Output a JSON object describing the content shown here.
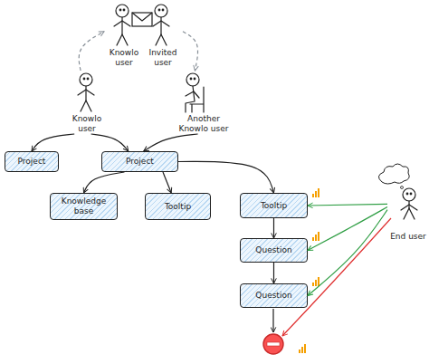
{
  "diagram": {
    "nodes": [
      {
        "text": [
          "Knowlo user"
        ]
      },
      {
        "text": [
          "Invited user"
        ]
      },
      {
        "text": [
          "Knowlo user"
        ]
      },
      {
        "text": [
          "Another Knowlo user"
        ]
      },
      {
        "text": [
          "Project"
        ]
      },
      {
        "text": [
          "Project"
        ]
      },
      {
        "text": [
          "Knowledge base"
        ]
      },
      {
        "text": [
          "Tooltip"
        ]
      },
      {
        "text": [
          "Tooltip"
        ]
      },
      {
        "text": [
          "Question"
        ]
      },
      {
        "text": [
          "Question"
        ]
      },
      {
        "text": [
          "End user"
        ]
      }
    ],
    "edges": [
      {
        "from": 2,
        "to": 0,
        "arrow": "to"
      },
      {
        "from": 1,
        "to": 3,
        "arrow": "to"
      },
      {
        "from": 2,
        "to": 4,
        "arrow": "to"
      },
      {
        "from": 2,
        "to": 5,
        "arrow": "to"
      },
      {
        "from": 3,
        "to": 5,
        "arrow": "to"
      },
      {
        "from": 5,
        "to": 6,
        "arrow": "to"
      },
      {
        "from": 5,
        "to": 7,
        "arrow": "to"
      },
      {
        "from": 5,
        "to": 8,
        "arrow": "to"
      },
      {
        "from": 8,
        "to": 9,
        "arrow": "to"
      },
      {
        "from": 9,
        "to": 10,
        "arrow": "to"
      },
      {
        "from": 11,
        "to": 8,
        "arrow": "to"
      },
      {
        "from": 11,
        "to": 9,
        "arrow": "to"
      },
      {
        "from": 11,
        "to": 10,
        "arrow": "to"
      }
    ]
  }
}
